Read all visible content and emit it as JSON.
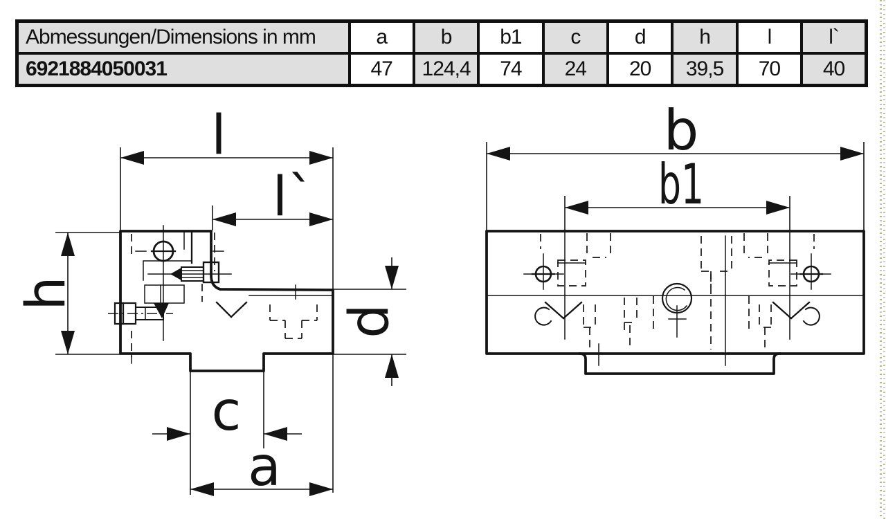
{
  "table": {
    "header_label": "Abmessungen/Dimensions in mm",
    "columns": [
      "a",
      "b",
      "b1",
      "c",
      "d",
      "h",
      "l",
      "l`"
    ],
    "part_number": "6921884050031",
    "values": [
      "47",
      "124,4",
      "74",
      "24",
      "20",
      "39,5",
      "70",
      "40"
    ]
  },
  "drawing": {
    "left_view": {
      "l": "l",
      "l_grave": "l`",
      "h": "h",
      "d": "d",
      "c": "c",
      "a": "a"
    },
    "right_view": {
      "b": "b",
      "b1": "b1"
    }
  },
  "colors": {
    "line": "#141414",
    "cell_gray": "#dfdfdf",
    "cell_white": "#ffffff"
  }
}
